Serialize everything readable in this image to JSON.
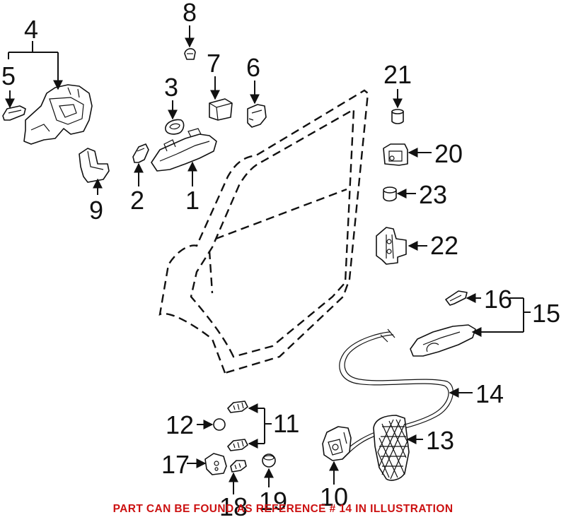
{
  "callouts": {
    "n1": "1",
    "n2": "2",
    "n3": "3",
    "n4": "4",
    "n5": "5",
    "n6": "6",
    "n7": "7",
    "n8": "8",
    "n9": "9",
    "n10": "10",
    "n11": "11",
    "n12": "12",
    "n13": "13",
    "n14": "14",
    "n15": "15",
    "n16": "16",
    "n17": "17",
    "n18": "18",
    "n19": "19",
    "n20": "20",
    "n21": "21",
    "n22": "22",
    "n23": "23"
  },
  "footer_note": "PART CAN BE FOUND AS REFERENCE # 14 IN ILLUSTRATION",
  "colors": {
    "line": "#111111",
    "note": "#cc1111",
    "background": "#ffffff"
  }
}
